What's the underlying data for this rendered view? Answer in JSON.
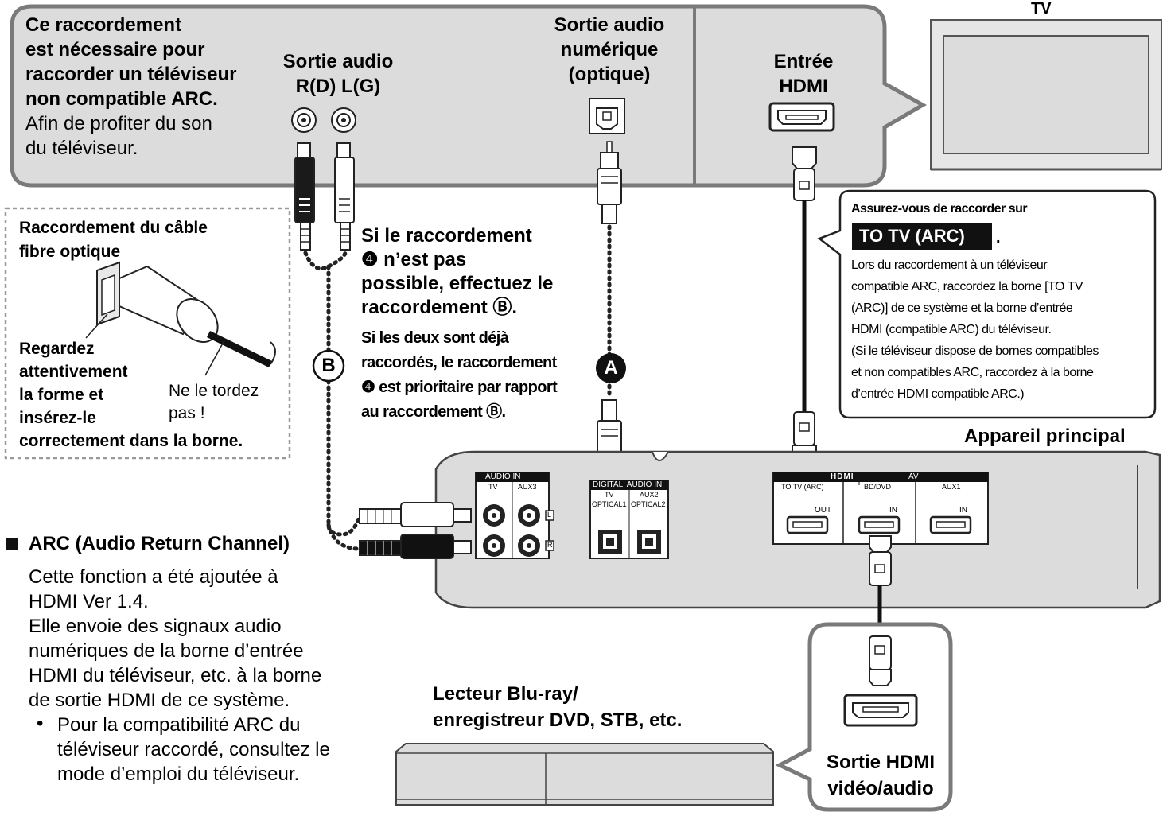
{
  "tv": {
    "label": "TV",
    "hdmi_in": [
      "Entrée",
      "HDMI"
    ],
    "optical_out": [
      "Sortie audio",
      "numérique",
      "(optique)"
    ],
    "audio_out": [
      "Sortie audio",
      "R(D) L(G)"
    ],
    "arc_need": [
      "Ce raccordement",
      "est nécessaire pour",
      "raccorder un téléviseur",
      "non compatible ARC."
    ],
    "arc_need_sub": [
      "Afin de profiter du son",
      "du téléviseur."
    ]
  },
  "fiber": {
    "title": [
      "Raccordement du câble",
      "fibre optique"
    ],
    "look": [
      "Regardez",
      "attentivement",
      "la forme et",
      "insérez-le",
      "correctement dans la borne."
    ],
    "twist": [
      "Ne le tordez",
      "pas !"
    ]
  },
  "priority": {
    "bold": [
      "Si le raccordement",
      "❹ n’est pas",
      "possible, effectuez le",
      "raccordement Ⓑ."
    ],
    "cond": [
      "Si les deux sont déjà",
      "raccordés, le raccordement",
      "❹ est prioritaire par rapport",
      "au raccordement Ⓑ."
    ]
  },
  "markers": {
    "a": "A",
    "b": "B"
  },
  "arc_note": {
    "title": "Assurez-vous de raccorder sur",
    "badge": "TO TV (ARC)",
    "badge_suffix": ".",
    "lines": [
      "Lors du raccordement à un téléviseur",
      "compatible ARC, raccordez la borne [TO TV",
      "(ARC)] de ce système et la borne d’entrée",
      "HDMI (compatible ARC) du téléviseur.",
      "(Si le téléviseur dispose de bornes compatibles",
      "et non compatibles ARC, raccordez à la borne",
      "d’entrée HDMI compatible ARC.)"
    ]
  },
  "main_unit": {
    "label": "Appareil principal",
    "audio_in": "AUDIO IN",
    "tv": "TV",
    "aux3": "AUX3",
    "digital_audio_in": "DIGITAL  AUDIO IN",
    "tv2": "TV",
    "aux2": "AUX2",
    "optical1": "OPTICAL1",
    "optical2": "OPTICAL2",
    "hdmi_logo": "HDMI",
    "av": "AV",
    "to_tv_arc": "TO TV (ARC)",
    "bd_dvd": "BD/DVD",
    "aux1": "AUX1",
    "out": "OUT",
    "in1": "IN",
    "in2": "IN",
    "l": "L",
    "r": "R"
  },
  "arc_section": {
    "heading": "ARC (Audio Return Channel)",
    "lines": [
      "Cette fonction a été ajoutée à",
      "HDMI Ver 1.4.",
      "Elle envoie des signaux audio",
      "numériques de la borne d’entrée",
      "HDMI du téléviseur, etc. à la borne",
      "de sortie HDMI de ce système."
    ],
    "bullet": [
      "Pour la compatibilité ARC du",
      "téléviseur raccordé, consultez le",
      "mode d’emploi du téléviseur."
    ]
  },
  "player": {
    "label": [
      "Lecteur Blu-ray/",
      "enregistreur DVD, STB, etc."
    ],
    "hdmi_out": [
      "Sortie HDMI",
      "vidéo/audio"
    ]
  }
}
